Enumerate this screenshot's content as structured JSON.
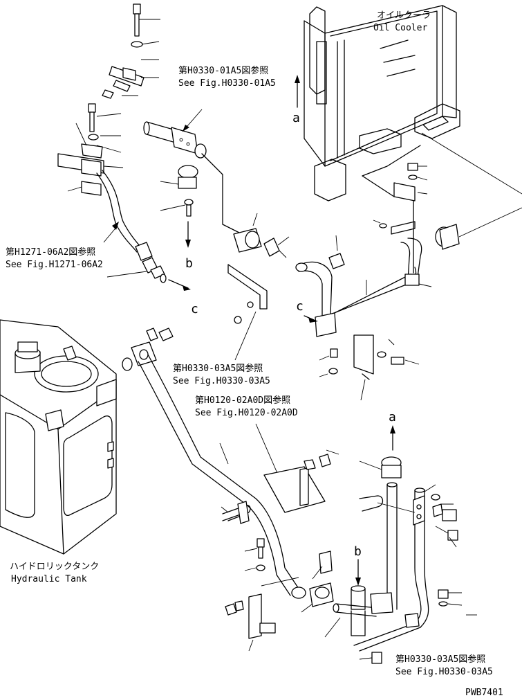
{
  "labels": {
    "oil_cooler_jp": "オイルクーラ",
    "oil_cooler_en": "Oil Cooler",
    "ref_h0330_01a5_jp": "第H0330-01A5図参照",
    "ref_h0330_01a5_en": "See Fig.H0330-01A5",
    "ref_h1271_06a2_jp": "第H1271-06A2図参照",
    "ref_h1271_06a2_en": "See Fig.H1271-06A2",
    "ref_h0330_03a5_mid_jp": "第H0330-03A5図参照",
    "ref_h0330_03a5_mid_en": "See Fig.H0330-03A5",
    "ref_h0120_02a0d_jp": "第H0120-02A0D図参照",
    "ref_h0120_02a0d_en": "See Fig.H0120-02A0D",
    "ref_h0330_03a5_bot_jp": "第H0330-03A5図参照",
    "ref_h0330_03a5_bot_en": "See Fig.H0330-03A5",
    "hydraulic_tank_jp": "ハイドロリックタンク",
    "hydraulic_tank_en": "Hydraulic Tank",
    "drawing_number": "PWB7401"
  },
  "callouts": {
    "a_top": "a",
    "a_bottom": "a",
    "b_left": "b",
    "b_bottom": "b",
    "c_left": "c",
    "c_mid": "c"
  }
}
